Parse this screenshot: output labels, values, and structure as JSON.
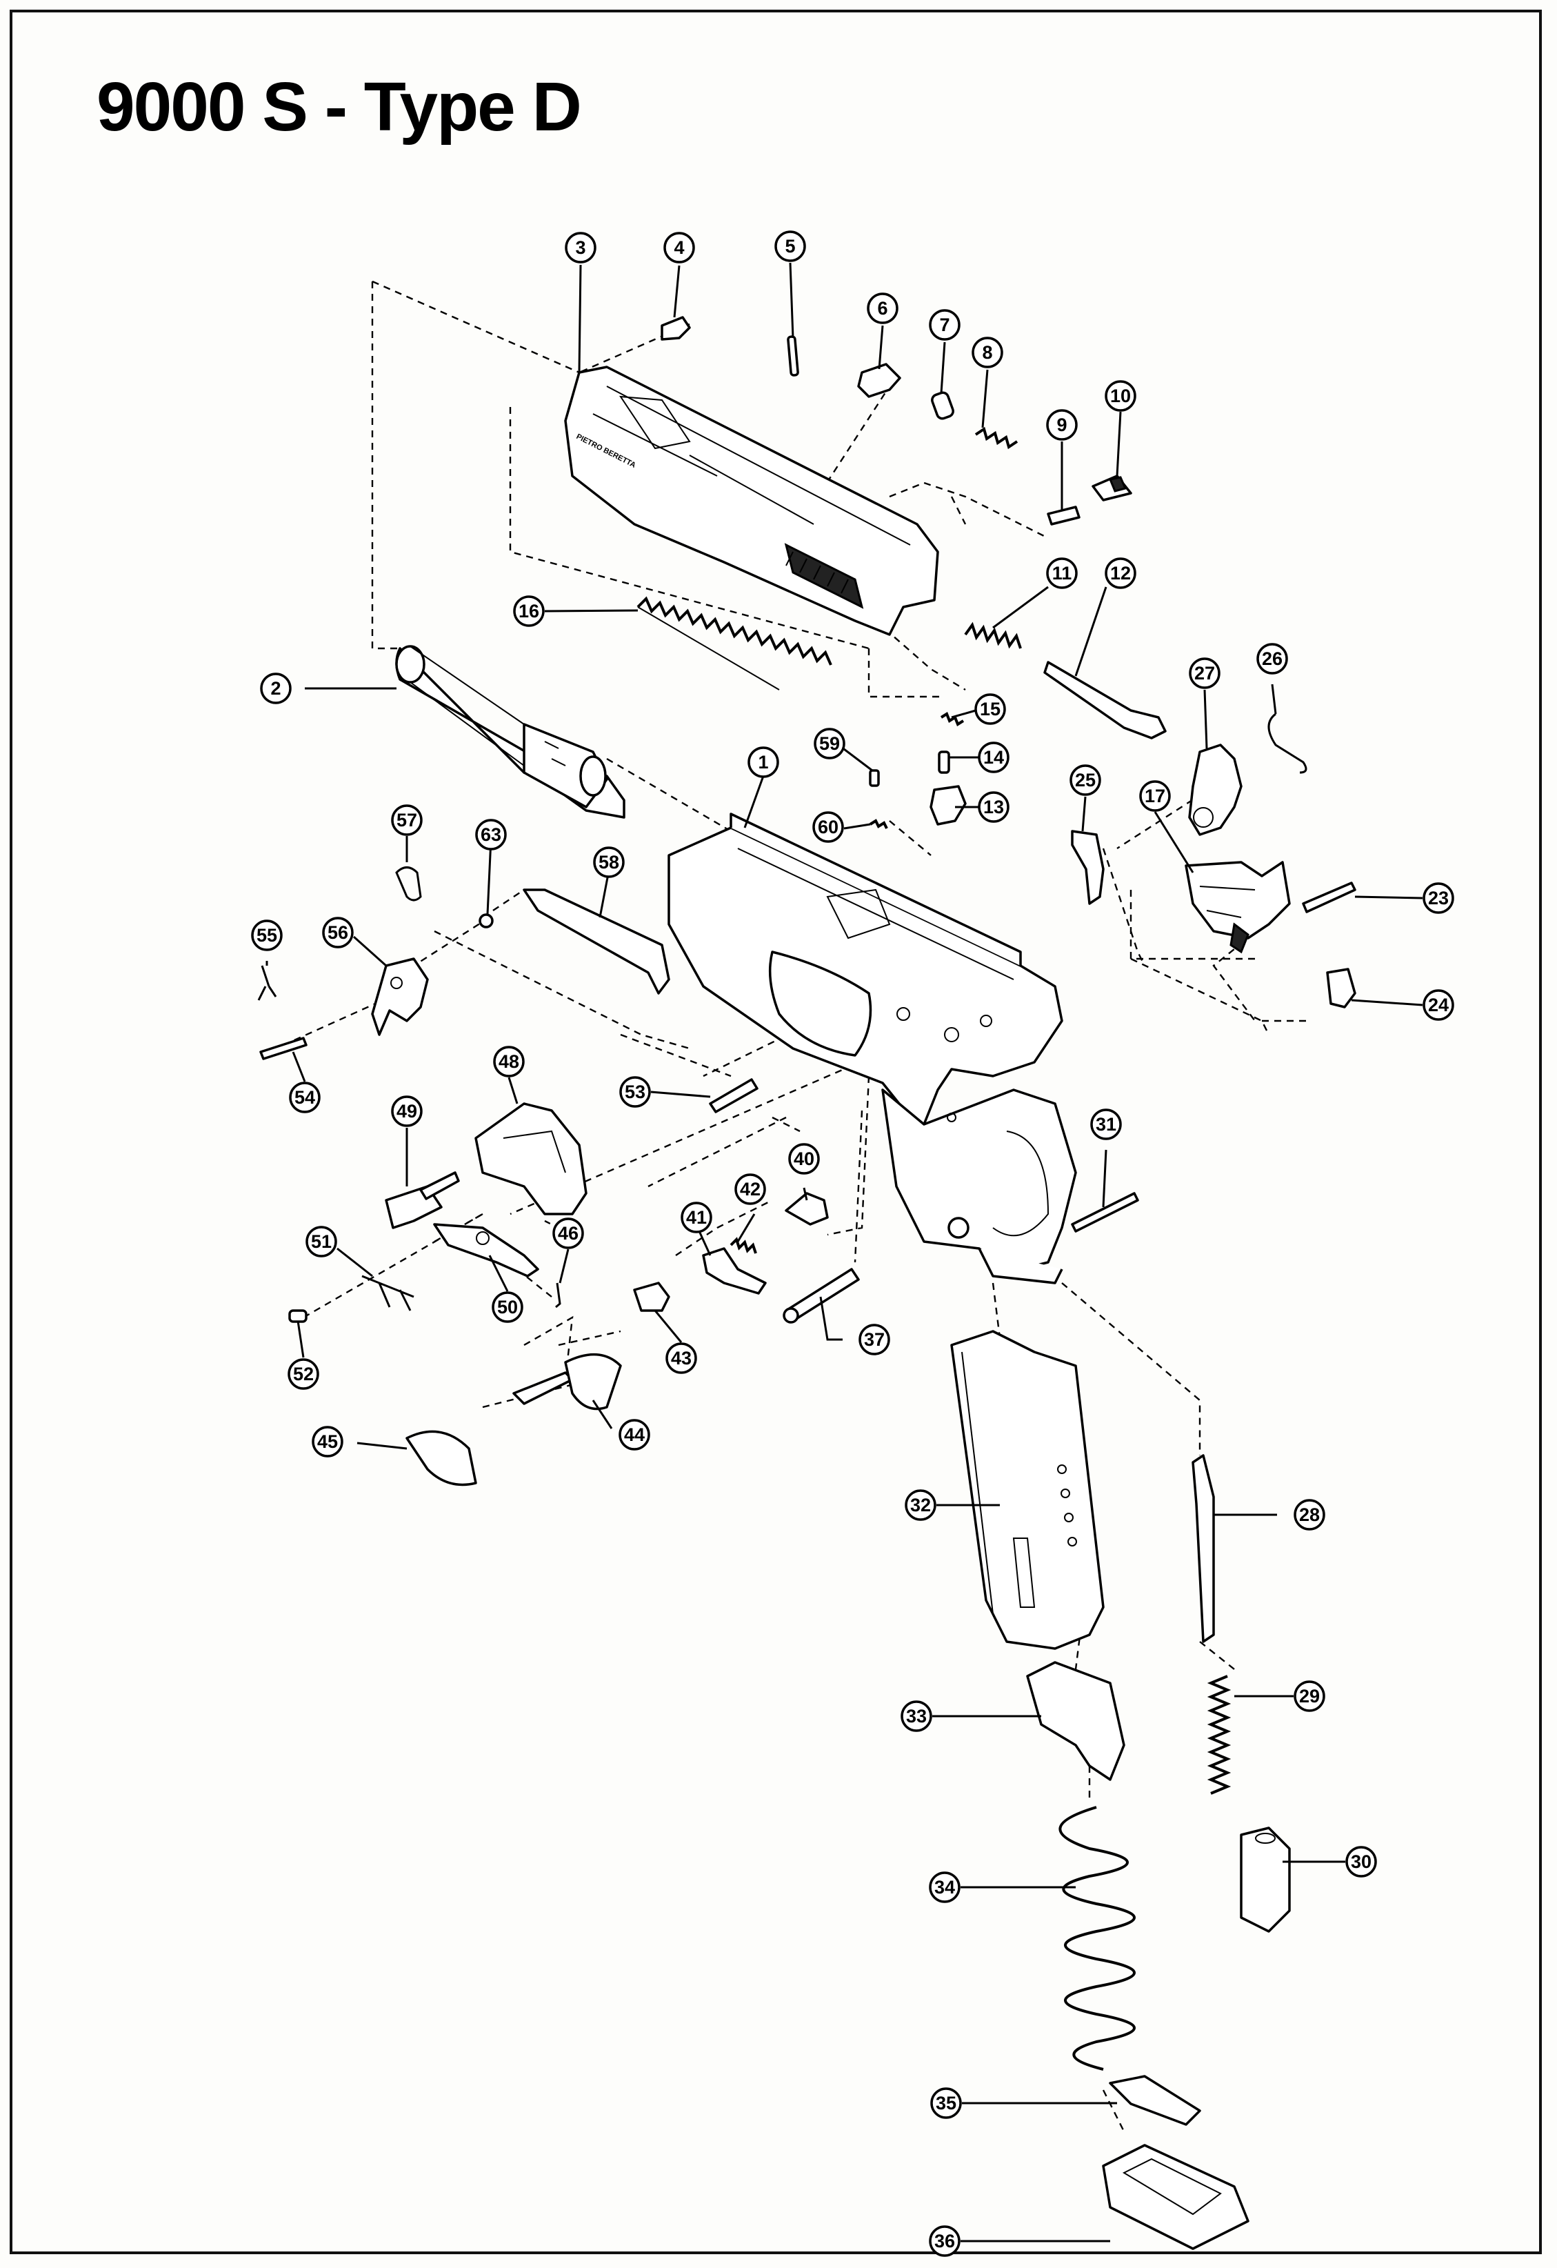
{
  "title": "9000 S - Type D",
  "callouts": [
    {
      "num": "1"
    },
    {
      "num": "2"
    },
    {
      "num": "3"
    },
    {
      "num": "4"
    },
    {
      "num": "5"
    },
    {
      "num": "6"
    },
    {
      "num": "7"
    },
    {
      "num": "8"
    },
    {
      "num": "9"
    },
    {
      "num": "10"
    },
    {
      "num": "11"
    },
    {
      "num": "12"
    },
    {
      "num": "13"
    },
    {
      "num": "14"
    },
    {
      "num": "15"
    },
    {
      "num": "16"
    },
    {
      "num": "17"
    },
    {
      "num": "23"
    },
    {
      "num": "24"
    },
    {
      "num": "25"
    },
    {
      "num": "26"
    },
    {
      "num": "27"
    },
    {
      "num": "28"
    },
    {
      "num": "29"
    },
    {
      "num": "30"
    },
    {
      "num": "31"
    },
    {
      "num": "32"
    },
    {
      "num": "33"
    },
    {
      "num": "34"
    },
    {
      "num": "35"
    },
    {
      "num": "36"
    },
    {
      "num": "37"
    },
    {
      "num": "40"
    },
    {
      "num": "41"
    },
    {
      "num": "42"
    },
    {
      "num": "43"
    },
    {
      "num": "44"
    },
    {
      "num": "45"
    },
    {
      "num": "46"
    },
    {
      "num": "48"
    },
    {
      "num": "49"
    },
    {
      "num": "50"
    },
    {
      "num": "51"
    },
    {
      "num": "52"
    },
    {
      "num": "53"
    },
    {
      "num": "54"
    },
    {
      "num": "55"
    },
    {
      "num": "56"
    },
    {
      "num": "57"
    },
    {
      "num": "58"
    },
    {
      "num": "59"
    },
    {
      "num": "60"
    },
    {
      "num": "63"
    }
  ],
  "slide_marking": "PIETRO BERETTA"
}
